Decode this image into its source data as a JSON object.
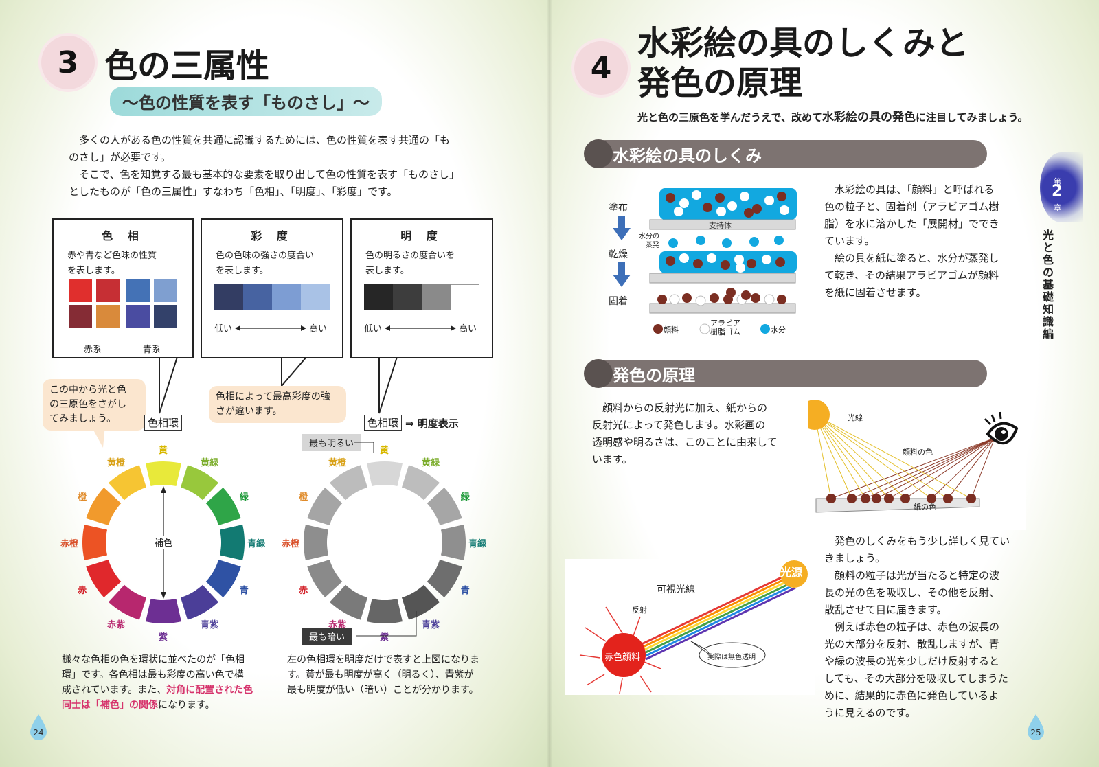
{
  "left": {
    "section_number": "3",
    "title": "色の三属性",
    "subtitle": "〜色の性質を表す「ものさし」〜",
    "intro": [
      "多くの人がある色の性質を共通に認識するためには、色の性質を表す共通の「も",
      "のさし」が必要です。",
      "そこで、色を知覚する最も基本的な要素を取り出して色の性質を表す「ものさし」",
      "としたものが「色の三属性」すなわち「色相」、「明度」、「彩度」です。"
    ],
    "box_hue": {
      "title": "色 相",
      "text": [
        "赤や青など色味の性質",
        "を表します。"
      ],
      "group_red": "赤系",
      "group_blue": "青系",
      "swatches_red": [
        "#e02f2d",
        "#c62f34",
        "#852c35",
        "#d98a3b"
      ],
      "swatches_blue": [
        "#4472b6",
        "#7f9fd0",
        "#4a4ca1",
        "#33416a"
      ]
    },
    "box_saturation": {
      "title": "彩 度",
      "text": [
        "色の色味の強さの度合い",
        "を表します。"
      ],
      "low": "低い",
      "high": "高い",
      "scale": [
        "#333d63",
        "#4763a1",
        "#7d9dd3",
        "#a9c2e6"
      ]
    },
    "box_lightness": {
      "title": "明 度",
      "text": [
        "色の明るさの度合いを",
        "表します。"
      ],
      "low": "低い",
      "high": "高い",
      "scale": [
        "#262626",
        "#3d3d3d",
        "#8a8a8a",
        "#ffffff"
      ]
    },
    "bubble_hint": [
      "この中から光と色",
      "の三原色をさがし",
      "てみましょう。"
    ],
    "bubble_saturation": [
      "色相によって最高彩度の強",
      "さが違います。"
    ],
    "tag_wheel": "色相環",
    "tag_wheel2": "色相環",
    "lightness_display": "⇒ 明度表示",
    "complement": "補色",
    "brightest": "最も明るい",
    "darkest": "最も暗い",
    "hues": [
      {
        "name": "黄",
        "color": "#e8e93a",
        "text": "#d8b800",
        "gray": "#d7d7d7"
      },
      {
        "name": "黄緑",
        "color": "#98c83c",
        "text": "#7dae2e",
        "gray": "#bdbdbd"
      },
      {
        "name": "緑",
        "color": "#2fa548",
        "text": "#1f9a3a",
        "gray": "#a6a6a6"
      },
      {
        "name": "青緑",
        "color": "#127a72",
        "text": "#127a72",
        "gray": "#8f8f8f"
      },
      {
        "name": "青",
        "color": "#2f52a4",
        "text": "#2f52a4",
        "gray": "#6e6e6e"
      },
      {
        "name": "青紫",
        "color": "#4b3e98",
        "text": "#4b3e98",
        "gray": "#555555"
      },
      {
        "name": "紫",
        "color": "#6d2f93",
        "text": "#6d2f93",
        "gray": "#666666"
      },
      {
        "name": "赤紫",
        "color": "#b7276e",
        "text": "#b7276e",
        "gray": "#7a7a7a"
      },
      {
        "name": "赤",
        "color": "#e0282c",
        "text": "#d3222a",
        "gray": "#8a8a8a"
      },
      {
        "name": "赤橙",
        "color": "#ec5324",
        "text": "#d9502a",
        "gray": "#8e8e8e"
      },
      {
        "name": "橙",
        "color": "#f19a2c",
        "text": "#e08b2a",
        "gray": "#a5a5a5"
      },
      {
        "name": "黄橙",
        "color": "#f6c533",
        "text": "#d9a219",
        "gray": "#bcbcbc"
      }
    ],
    "caption_wheel_a": [
      "様々な色相の色を環状に並べたのが「色相",
      "環」です。各色相は最も彩度の高い色で構",
      "成されています。また、"
    ],
    "caption_wheel_red1": "対角に配置された色",
    "caption_wheel_red2a": "同士は「補色」の関係",
    "caption_wheel_end": "になります。",
    "caption_gray": [
      "左の色相環を明度だけで表すと上図になりま",
      "す。黄が最も明度が高く（明るく）、青紫が",
      "最も明度が低い（暗い）ことが分かります。"
    ],
    "page_number": "24"
  },
  "right": {
    "section_number": "4",
    "title_line1": "水彩絵の具のしくみと",
    "title_line2": "発色の原理",
    "lead_a": "光と色の三原色を学んだうえで、改めて",
    "lead_b": "水彩絵の具の発色",
    "lead_c": "に注目してみましょう。",
    "section1": "水彩絵の具のしくみ",
    "section2": "発色の原理",
    "steps": [
      "塗布",
      "乾燥",
      "固着"
    ],
    "support": "支持体",
    "evap": [
      "水分の",
      "蒸発"
    ],
    "legend": {
      "pigment": "顔料",
      "gum1": "アラビア",
      "gum2": "樹脂ゴム",
      "water": "水分"
    },
    "text1": [
      "水彩絵の具は、「顔料」と呼ばれる",
      "色の粒子と、固着剤（アラビアゴム樹",
      "脂）を水に溶かした「展開材」ででき",
      "ています。",
      "絵の具を紙に塗ると、水分が蒸発し",
      "て乾き、その結果アラビアゴムが顔料",
      "を紙に固着させます。"
    ],
    "text2": [
      "顔料からの反射光に加え、紙からの",
      "反射光によって発色します。水彩画の",
      "透明感や明るさは、このことに由来して",
      "います。"
    ],
    "eye_labels": {
      "light": "光線",
      "pigment_color": "顔料の色",
      "paper_color": "紙の色"
    },
    "prism_labels": {
      "source": "光源",
      "visible": "可視光線",
      "reflect": "反射",
      "red_pigment": "赤色顔料",
      "note": "実際は無色透明"
    },
    "text3": [
      "発色のしくみをもう少し詳しく見てい",
      "きましょう。",
      "顔料の粒子は光が当たると特定の波",
      "長の光の色を吸収し、その他を反射、",
      "散乱させて目に届きます。",
      "例えば赤色の粒子は、赤色の波長の",
      "光の大部分を反射、散乱しますが、青",
      "や緑の波長の光を少しだけ反射すると",
      "しても、その大部分を吸収してしまうた",
      "めに、結果的に赤色に発色しているよ",
      "うに見えるのです。"
    ],
    "chapter_small1": "第",
    "chapter_number": "2",
    "chapter_small2": "章",
    "chapter_title": "光と色の基礎知識編",
    "page_number": "25"
  }
}
